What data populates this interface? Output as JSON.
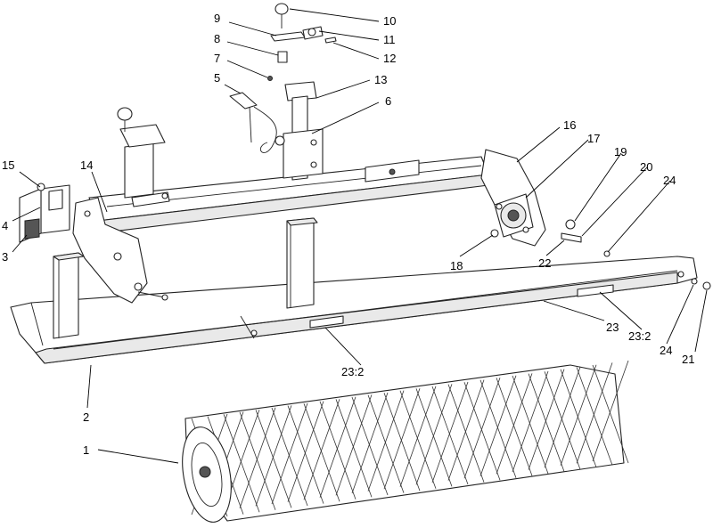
{
  "callouts": [
    {
      "id": "c1",
      "text": "1"
    },
    {
      "id": "c2",
      "text": "2"
    },
    {
      "id": "c3",
      "text": "3"
    },
    {
      "id": "c4",
      "text": "4"
    },
    {
      "id": "c5",
      "text": "5"
    },
    {
      "id": "c6",
      "text": "6"
    },
    {
      "id": "c7",
      "text": "7"
    },
    {
      "id": "c8",
      "text": "8"
    },
    {
      "id": "c9",
      "text": "9"
    },
    {
      "id": "c10",
      "text": "10"
    },
    {
      "id": "c11",
      "text": "11"
    },
    {
      "id": "c12",
      "text": "12"
    },
    {
      "id": "c13",
      "text": "13"
    },
    {
      "id": "c14",
      "text": "14"
    },
    {
      "id": "c15",
      "text": "15"
    },
    {
      "id": "c16",
      "text": "16"
    },
    {
      "id": "c17",
      "text": "17"
    },
    {
      "id": "c18",
      "text": "18"
    },
    {
      "id": "c19",
      "text": "19"
    },
    {
      "id": "c20",
      "text": "20"
    },
    {
      "id": "c21",
      "text": "21"
    },
    {
      "id": "c22",
      "text": "22"
    },
    {
      "id": "c23",
      "text": "23"
    },
    {
      "id": "c24a",
      "text": "24"
    },
    {
      "id": "c24b",
      "text": "24"
    },
    {
      "id": "c23_2a",
      "text": "23:2"
    },
    {
      "id": "c23_2b",
      "text": "23:2"
    }
  ]
}
